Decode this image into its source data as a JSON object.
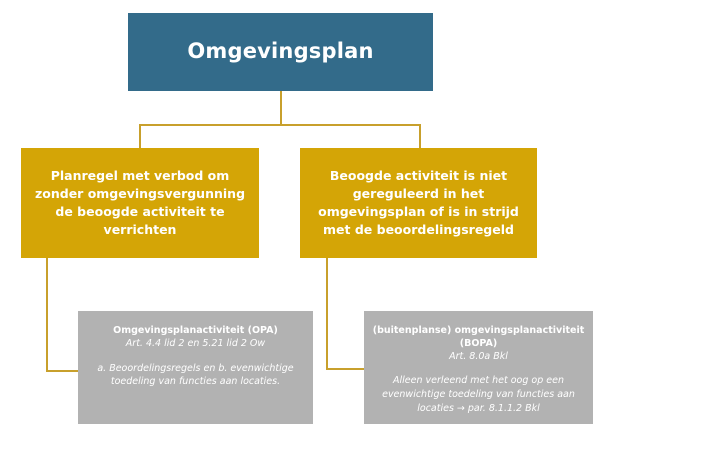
{
  "diagram": {
    "title": "Omgevingsplan",
    "colors": {
      "root": "#336b8a",
      "branch": "#d4a506",
      "leaf": "#b2b2b2",
      "connector": "#c8a02c",
      "text": "#ffffff",
      "background": "#ffffff"
    },
    "nodes": {
      "root": {
        "label": "Omgevingsplan"
      },
      "branch_left": {
        "label": "Planregel met verbod om zonder omgevingsvergunning de beoogde activiteit te verrichten"
      },
      "branch_right": {
        "label": "Beoogde activiteit is niet gereguleerd in het omgevingsplan of is in strijd met de beoordelingsregeld"
      },
      "leaf_left": {
        "heading": "Omgevingsplanactiviteit (OPA)",
        "reference": "Art. 4.4 lid 2 en 5.21 lid 2 Ow",
        "body": "a. Beoordelingsregels en b. evenwichtige toedeling van functies aan locaties."
      },
      "leaf_right": {
        "heading": "(buitenplanse) omgevingsplanactiviteit (BOPA)",
        "reference": "Art. 8.0a Bkl",
        "body": "Alleen verleend met het oog op een evenwichtige toedeling van functies aan locaties → par. 8.1.1.2 Bkl"
      }
    },
    "connectors": [
      {
        "name": "root-to-split",
        "from": "root",
        "to": "split-bar"
      },
      {
        "name": "split-to-branch-left",
        "from": "split-bar",
        "to": "branch_left"
      },
      {
        "name": "split-to-branch-right",
        "from": "split-bar",
        "to": "branch_right"
      },
      {
        "name": "branch-left-to-leaf-left",
        "from": "branch_left",
        "to": "leaf_left"
      },
      {
        "name": "branch-right-to-leaf-right",
        "from": "branch_right",
        "to": "leaf_right"
      }
    ]
  }
}
